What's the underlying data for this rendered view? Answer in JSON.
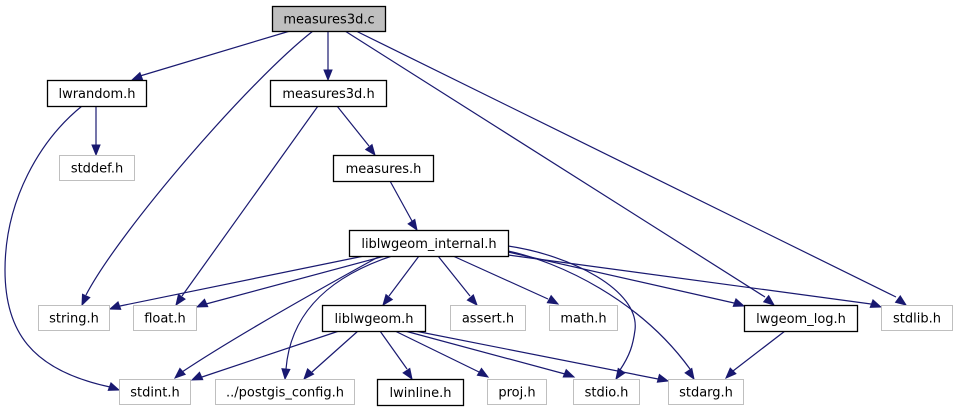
{
  "graph": {
    "title": "measures3d.c",
    "colors": {
      "edge": "#191970",
      "root_fill": "#bfbfbf",
      "documented_border": "#000000",
      "undocumented_border": "#bfbfbf",
      "node_fill": "#ffffff"
    },
    "nodes": [
      {
        "id": "measures3d_c",
        "label": "measures3d.c",
        "kind": "root"
      },
      {
        "id": "lwrandom_h",
        "label": "lwrandom.h",
        "kind": "documented"
      },
      {
        "id": "measures3d_h",
        "label": "measures3d.h",
        "kind": "documented"
      },
      {
        "id": "stddef_h",
        "label": "stddef.h",
        "kind": "external"
      },
      {
        "id": "measures_h",
        "label": "measures.h",
        "kind": "documented"
      },
      {
        "id": "liblwgeom_internal_h",
        "label": "liblwgeom_internal.h",
        "kind": "documented"
      },
      {
        "id": "string_h",
        "label": "string.h",
        "kind": "external"
      },
      {
        "id": "float_h",
        "label": "float.h",
        "kind": "external"
      },
      {
        "id": "liblwgeom_h",
        "label": "liblwgeom.h",
        "kind": "documented"
      },
      {
        "id": "assert_h",
        "label": "assert.h",
        "kind": "external"
      },
      {
        "id": "math_h",
        "label": "math.h",
        "kind": "external"
      },
      {
        "id": "lwgeom_log_h",
        "label": "lwgeom_log.h",
        "kind": "documented"
      },
      {
        "id": "stdlib_h",
        "label": "stdlib.h",
        "kind": "external"
      },
      {
        "id": "stdint_h",
        "label": "stdint.h",
        "kind": "external"
      },
      {
        "id": "postgis_config_h",
        "label": "../postgis_config.h",
        "kind": "external"
      },
      {
        "id": "lwinline_h",
        "label": "lwinline.h",
        "kind": "documented"
      },
      {
        "id": "proj_h",
        "label": "proj.h",
        "kind": "external"
      },
      {
        "id": "stdio_h",
        "label": "stdio.h",
        "kind": "external"
      },
      {
        "id": "stdarg_h",
        "label": "stdarg.h",
        "kind": "external"
      }
    ],
    "edges": [
      {
        "from": "measures3d_c",
        "to": "lwrandom_h"
      },
      {
        "from": "measures3d_c",
        "to": "measures3d_h"
      },
      {
        "from": "measures3d_c",
        "to": "string_h"
      },
      {
        "from": "measures3d_c",
        "to": "lwgeom_log_h"
      },
      {
        "from": "measures3d_c",
        "to": "stdlib_h"
      },
      {
        "from": "lwrandom_h",
        "to": "stddef_h"
      },
      {
        "from": "lwrandom_h",
        "to": "stdint_h"
      },
      {
        "from": "measures3d_h",
        "to": "measures_h"
      },
      {
        "from": "measures3d_h",
        "to": "float_h"
      },
      {
        "from": "measures_h",
        "to": "liblwgeom_internal_h"
      },
      {
        "from": "liblwgeom_internal_h",
        "to": "string_h"
      },
      {
        "from": "liblwgeom_internal_h",
        "to": "float_h"
      },
      {
        "from": "liblwgeom_internal_h",
        "to": "liblwgeom_h"
      },
      {
        "from": "liblwgeom_internal_h",
        "to": "assert_h"
      },
      {
        "from": "liblwgeom_internal_h",
        "to": "math_h"
      },
      {
        "from": "liblwgeom_internal_h",
        "to": "lwgeom_log_h"
      },
      {
        "from": "liblwgeom_internal_h",
        "to": "stdlib_h"
      },
      {
        "from": "liblwgeom_internal_h",
        "to": "stdint_h"
      },
      {
        "from": "liblwgeom_internal_h",
        "to": "postgis_config_h"
      },
      {
        "from": "liblwgeom_internal_h",
        "to": "stdio_h"
      },
      {
        "from": "liblwgeom_internal_h",
        "to": "stdarg_h"
      },
      {
        "from": "liblwgeom_h",
        "to": "stdint_h"
      },
      {
        "from": "liblwgeom_h",
        "to": "postgis_config_h"
      },
      {
        "from": "liblwgeom_h",
        "to": "lwinline_h"
      },
      {
        "from": "liblwgeom_h",
        "to": "proj_h"
      },
      {
        "from": "liblwgeom_h",
        "to": "stdio_h"
      },
      {
        "from": "liblwgeom_h",
        "to": "stdarg_h"
      },
      {
        "from": "lwgeom_log_h",
        "to": "stdarg_h"
      }
    ]
  }
}
